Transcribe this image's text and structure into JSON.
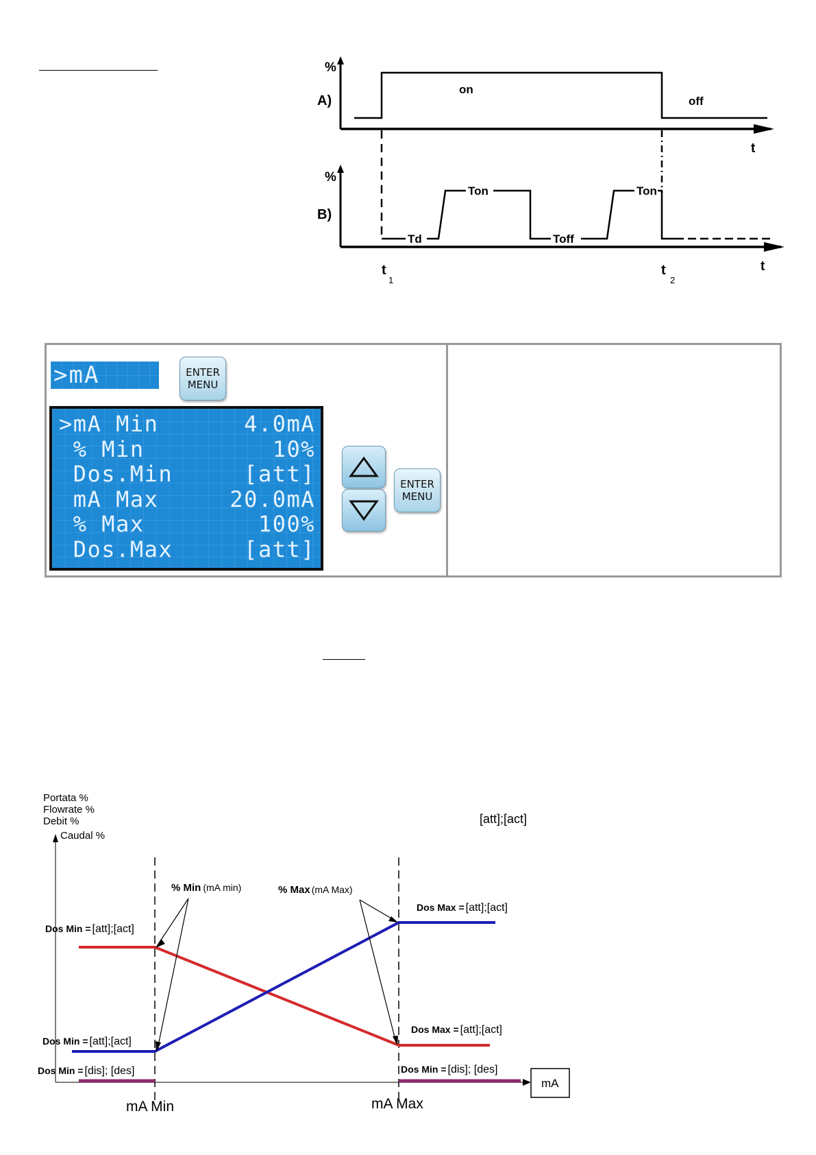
{
  "timing_diagram": {
    "a": {
      "axis_y": "%",
      "label": "A)",
      "on_text": "on",
      "off_text": "off",
      "axis_x": "t"
    },
    "b": {
      "axis_y": "%",
      "label": "B)",
      "td": "Td",
      "ton1": "Ton",
      "toff": "Toff",
      "ton2": "Ton",
      "axis_x": "t"
    },
    "t1": "t",
    "t1_sub": "1",
    "t2": "t",
    "t2_sub": "2"
  },
  "panel": {
    "menu_lcd": ">mA",
    "enter_button": {
      "line1": "ENTER",
      "line2": "MENU"
    },
    "lcd_rows": [
      {
        "left": ">mA Min",
        "right": "4.0mA"
      },
      {
        "left": " % Min",
        "right": "10%"
      },
      {
        "left": " Dos.Min",
        "right": "[att]"
      },
      {
        "left": " mA Max",
        "right": "20.0mA"
      },
      {
        "left": " % Max",
        "right": "100%"
      },
      {
        "left": " Dos.Max",
        "right": "[att]"
      }
    ]
  },
  "dosing_chart": {
    "y_labels": [
      "Portata %",
      "Flowrate %",
      "Debit %",
      "Caudal %"
    ],
    "top_note": "[att];[act]",
    "pct_min": {
      "bold": "% Min",
      "normal": "(mA min)"
    },
    "pct_max": {
      "bold": "% Max",
      "normal": "(mA Max)"
    },
    "dos_min_high": {
      "bold": "Dos Min =",
      "normal": "[att];[act]"
    },
    "dos_min_low": {
      "bold": "Dos Min =",
      "normal": "[att];[act]"
    },
    "dos_min_dis_left": {
      "bold": "Dos Min =",
      "normal": "[dis]; [des]"
    },
    "dos_max_high": {
      "bold": "Dos Max =",
      "normal": "[att];[act]"
    },
    "dos_max_low": {
      "bold": "Dos Max =",
      "normal": "[att];[act]"
    },
    "dos_min_dis_right": {
      "bold": "Dos Min =",
      "normal": "[dis]; [des]"
    },
    "x_min": "mA Min",
    "x_max": "mA Max",
    "x_unit": "mA",
    "colors": {
      "red": "#d42a2a",
      "blue": "#1d1db5",
      "purple": "#8b2c6a"
    }
  }
}
